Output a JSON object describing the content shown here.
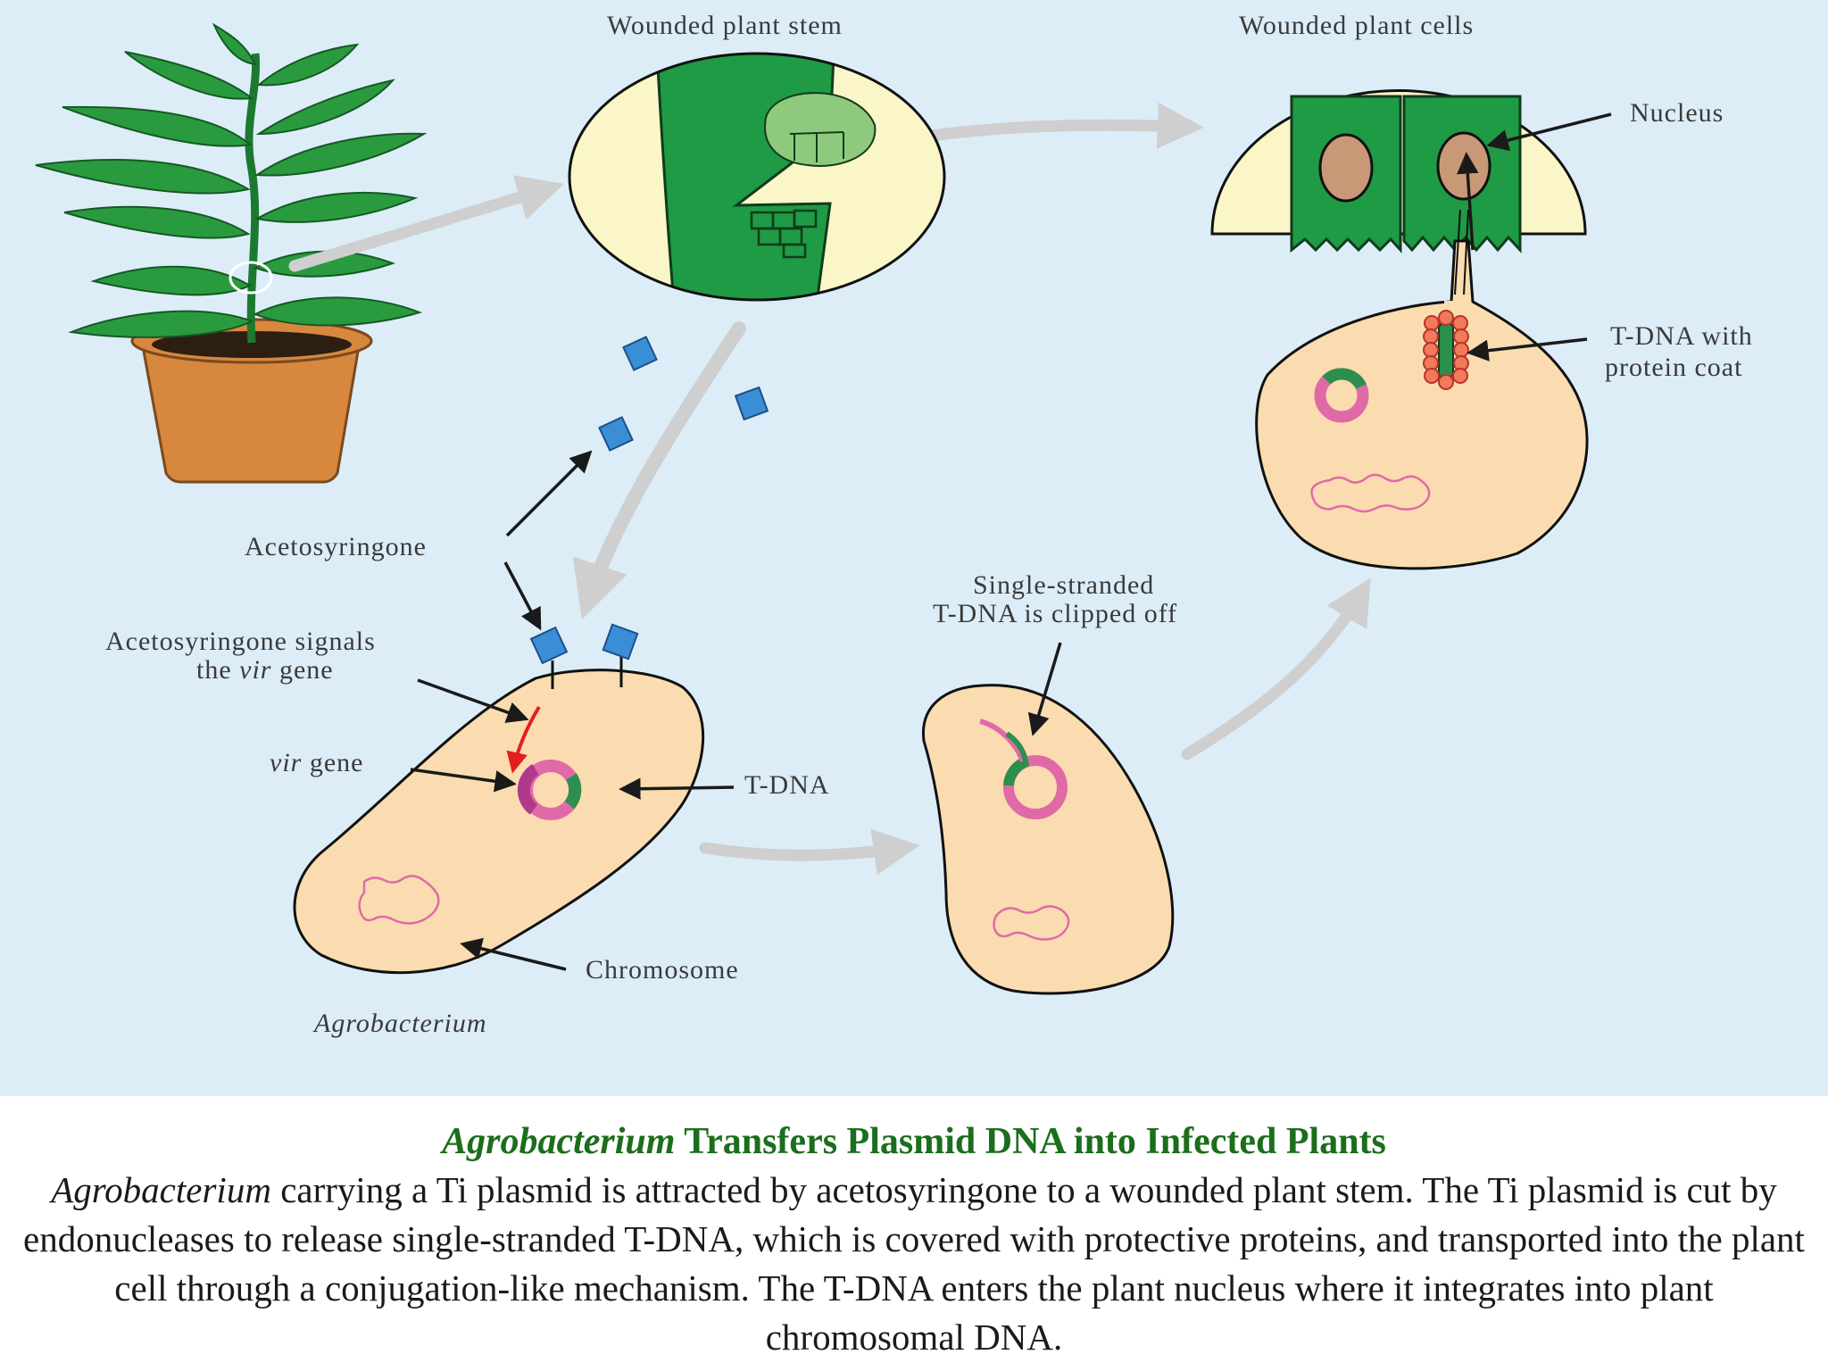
{
  "diagram": {
    "labels": {
      "wounded_stem": "Wounded plant stem",
      "wounded_cells": "Wounded plant cells",
      "nucleus": "Nucleus",
      "tdna_coat_line1": "T-DNA with",
      "tdna_coat_line2": "protein coat",
      "acetosyringone": "Acetosyringone",
      "signals_line1": "Acetosyringone signals",
      "signals_line2_pre": "the ",
      "signals_line2_vir": "vir",
      "signals_line2_post": " gene",
      "vir_gene_vir": "vir",
      "vir_gene_post": " gene",
      "tdna": "T-DNA",
      "chromosome": "Chromosome",
      "agrobacterium": "Agrobacterium",
      "single_line1": "Single-stranded",
      "single_line2": "T-DNA is clipped off"
    },
    "colors": {
      "background": "#dcedf8",
      "leaf_green": "#2a9a3e",
      "cell_green": "#1f9a45",
      "cream": "#fbf6c8",
      "bacterium": "#fbdcb0",
      "nucleus": "#c99877",
      "pot": "#d8873f",
      "plasmid_pink": "#e06aa8",
      "plasmid_green": "#2c8f4e",
      "acetosyringone_blue": "#3a8ed6",
      "signal_red": "#e41e1e",
      "protein_coat": "#f07a5a",
      "flow_arrow_gray": "#cfcfcf"
    }
  },
  "caption": {
    "title_italic": "Agrobacterium",
    "title_rest": " Transfers Plasmid DNA into Infected Plants",
    "body_italic": "Agrobacterium",
    "body_rest": " carrying a Ti plasmid is attracted by acetosyringone to a wounded plant stem. The Ti plasmid is cut by endonucleases to release single-stranded T-DNA, which is covered with protective proteins, and transported into the plant cell through a conjugation-like mechanism. The T-DNA enters the plant nucleus where it integrates into plant chromosomal DNA."
  }
}
